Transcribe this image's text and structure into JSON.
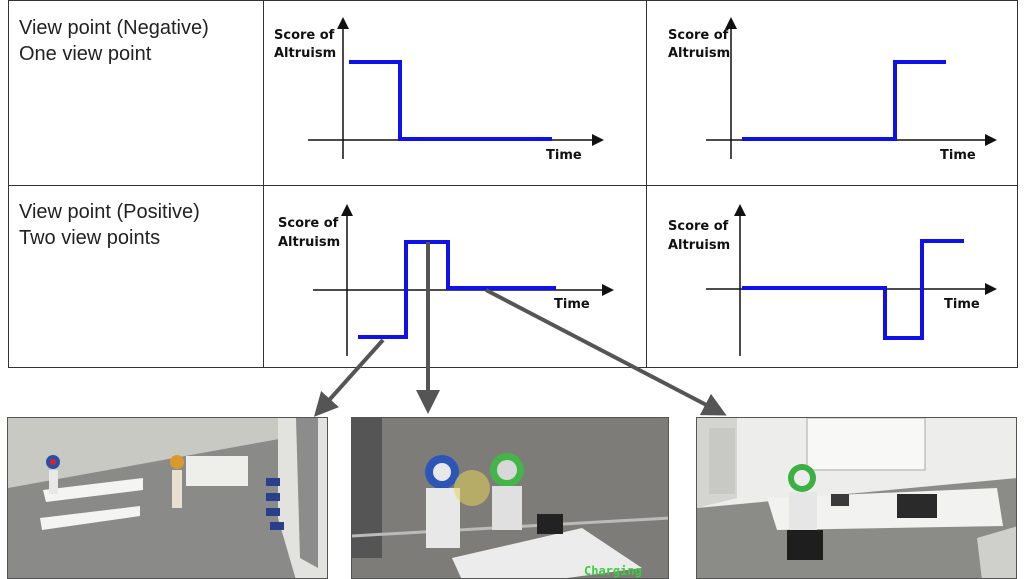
{
  "rows": [
    {
      "line1": "View point (Negative)",
      "line2": "One view point"
    },
    {
      "line1": "View point (Positive)",
      "line2": "Two view points"
    }
  ],
  "axis": {
    "ylabel_line1": "Score of",
    "ylabel_line2": "Altruism",
    "xlabel": "Time"
  },
  "colors": {
    "curve": "#1010e8",
    "arrow": "#555555"
  },
  "scene_labels": {
    "charging": "Charging"
  },
  "chart_data": [
    {
      "type": "line",
      "name_cell": "row1-col1",
      "x": [
        0,
        1,
        1,
        4
      ],
      "y": [
        1,
        1,
        0,
        0
      ],
      "xlabel": "Time",
      "ylabel": "Score of Altruism"
    },
    {
      "type": "line",
      "name_cell": "row1-col2",
      "x": [
        0,
        3,
        3,
        4
      ],
      "y": [
        0,
        0,
        1,
        1
      ],
      "xlabel": "Time",
      "ylabel": "Score of Altruism"
    },
    {
      "type": "line",
      "name_cell": "row2-col1",
      "x": [
        0,
        1,
        1,
        2,
        2,
        4
      ],
      "y": [
        -1,
        -1,
        1,
        1,
        0,
        0
      ],
      "xlabel": "Time",
      "ylabel": "Score of Altruism"
    },
    {
      "type": "line",
      "name_cell": "row2-col2",
      "x": [
        0,
        3,
        3,
        4,
        4,
        5
      ],
      "y": [
        0,
        0,
        -1,
        -1,
        1,
        1
      ],
      "xlabel": "Time",
      "ylabel": "Score of Altruism"
    }
  ]
}
